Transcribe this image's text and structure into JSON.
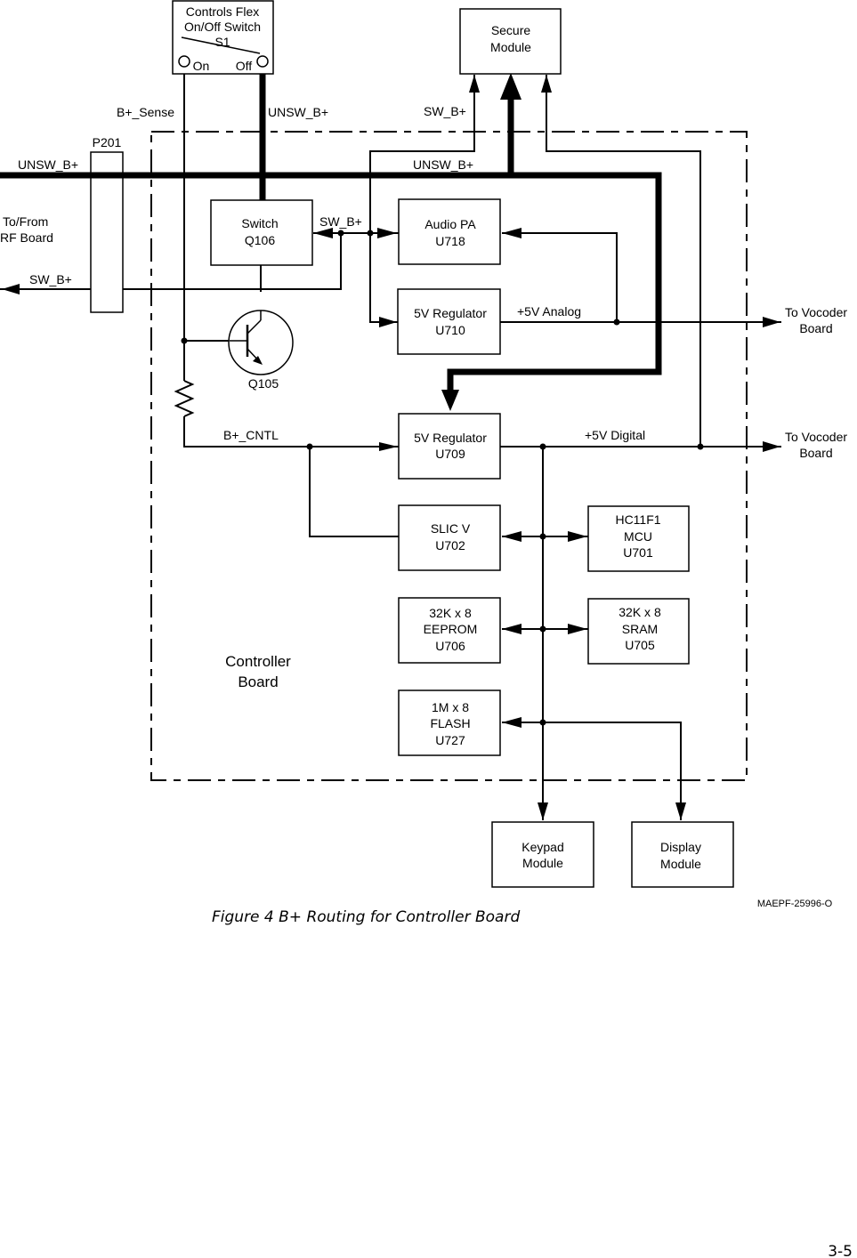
{
  "diagram": {
    "switch_box": {
      "line1": "Controls Flex",
      "line2": "On/Off Switch",
      "line3": "S1",
      "on": "On",
      "off": "Off"
    },
    "secure_module": {
      "line1": "Secure",
      "line2": "Module"
    },
    "p201": "P201",
    "labels": {
      "b_sense": "B+_Sense",
      "unsw_top": "UNSW_B+",
      "sw_top": "SW_B+",
      "unsw_left": "UNSW_B+",
      "unsw_mid": "UNSW_B+",
      "to_from_1": "To/From",
      "to_from_2": "RF Board",
      "sw_left": "SW_B+",
      "sw_mid": "SW_B+",
      "analog": "+5V Analog",
      "digital": "+5V Digital",
      "b_cntl": "B+_CNTL",
      "vocoder1_a": "To Vocoder",
      "vocoder1_b": "Board",
      "vocoder2_a": "To Vocoder",
      "vocoder2_b": "Board",
      "q105": "Q105",
      "controller_a": "Controller",
      "controller_b": "Board"
    },
    "blocks": {
      "switch_q106": {
        "line1": "Switch",
        "line2": "Q106"
      },
      "audio_pa": {
        "line1": "Audio PA",
        "line2": "U718"
      },
      "reg_u710": {
        "line1": "5V Regulator",
        "line2": "U710"
      },
      "reg_u709": {
        "line1": "5V Regulator",
        "line2": "U709"
      },
      "slic": {
        "line1": "SLIC V",
        "line2": "U702"
      },
      "mcu": {
        "line1": "HC11F1",
        "line2": "MCU",
        "line3": "U701"
      },
      "eeprom": {
        "line1": "32K x 8",
        "line2": "EEPROM",
        "line3": "U706"
      },
      "sram": {
        "line1": "32K x 8",
        "line2": "SRAM",
        "line3": "U705"
      },
      "flash": {
        "line1": "1M x 8",
        "line2": "FLASH",
        "line3": "U727"
      },
      "keypad": {
        "line1": "Keypad",
        "line2": "Module"
      },
      "display": {
        "line1": "Display",
        "line2": "Module"
      }
    },
    "drawing_id": "MAEPF-25996-O",
    "caption": "Figure 4  B+ Routing for Controller Board",
    "page_number": "3-5"
  }
}
